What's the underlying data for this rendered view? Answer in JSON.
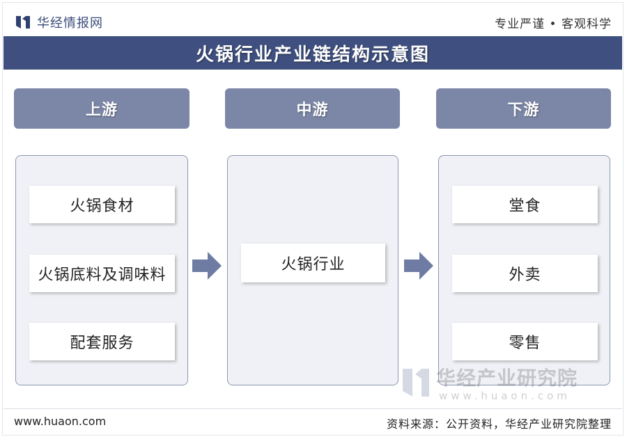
{
  "brand": {
    "name": "华经情报网",
    "slogan": "专业严谨 • 客观科学"
  },
  "title": "火锅行业产业链结构示意图",
  "columns": [
    {
      "header": "上游",
      "items": [
        "火锅食材",
        "火锅底料及调味料",
        "配套服务"
      ]
    },
    {
      "header": "中游",
      "items": [
        "火锅行业"
      ]
    },
    {
      "header": "下游",
      "items": [
        "堂食",
        "外卖",
        "零售"
      ]
    }
  ],
  "watermark": {
    "name": "华经产业研究院",
    "url": "www.huaon.com"
  },
  "footer": {
    "url": "www.huaon.com",
    "source": "资料来源：公开资料，华经产业研究院整理"
  },
  "colors": {
    "title_bar": "#3f5080",
    "column_header": "#7c87a7",
    "panel_fill": "#eff1f6",
    "panel_border": "#8d96b0",
    "arrow": "#6e7ca3"
  },
  "icons": {
    "brand": "huajing-logo-icon",
    "flow_arrow": "right-arrow-icon"
  }
}
